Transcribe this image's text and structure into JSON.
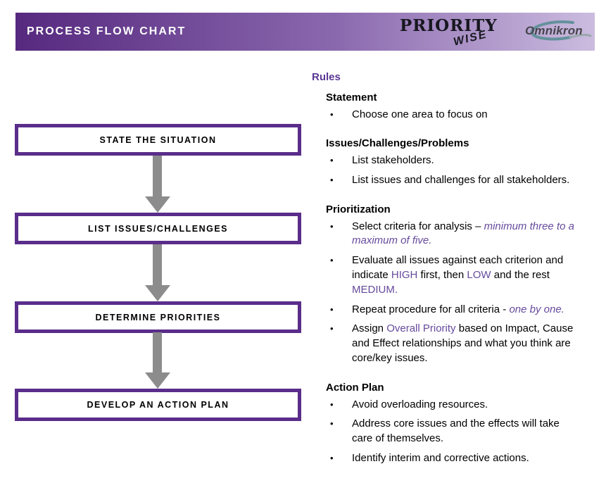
{
  "header": {
    "title": "PROCESS FLOW CHART",
    "logos": {
      "priority": "PRIORITY",
      "wise": "WISE",
      "omnikron": "Omnikron"
    }
  },
  "flowchart": {
    "boxes": [
      {
        "label": "STATE THE SITUATION"
      },
      {
        "label": "LIST ISSUES/CHALLENGES"
      },
      {
        "label": "DETERMINE PRIORITIES"
      },
      {
        "label": "DEVELOP AN ACTION PLAN"
      }
    ]
  },
  "rules": {
    "title": "Rules",
    "bullet_glyph": "•",
    "sections": [
      {
        "heading": "Statement",
        "bullets": [
          {
            "parts": [
              {
                "text": "Choose one area to focus on",
                "style": "normal"
              }
            ]
          }
        ]
      },
      {
        "heading": "Issues/Challenges/Problems",
        "bullets": [
          {
            "parts": [
              {
                "text": "List stakeholders.",
                "style": "normal"
              }
            ]
          },
          {
            "parts": [
              {
                "text": "List issues and challenges for all stakeholders.",
                "style": "normal"
              }
            ]
          }
        ]
      },
      {
        "heading": "Prioritization",
        "bullets": [
          {
            "parts": [
              {
                "text": "Select criteria for analysis – ",
                "style": "normal"
              },
              {
                "text": "minimum three to a maximum of five.",
                "style": "purple_italic"
              }
            ]
          },
          {
            "parts": [
              {
                "text": "Evaluate all issues against each criterion and indicate ",
                "style": "normal"
              },
              {
                "text": "HIGH",
                "style": "purple"
              },
              {
                "text": " first, then ",
                "style": "normal"
              },
              {
                "text": "LOW",
                "style": "purple"
              },
              {
                "text": " and the rest ",
                "style": "normal"
              },
              {
                "text": "MEDIUM.",
                "style": "purple"
              }
            ]
          },
          {
            "parts": [
              {
                "text": "Repeat procedure for all criteria - ",
                "style": "normal"
              },
              {
                "text": "one by one.",
                "style": "purple_italic"
              }
            ]
          },
          {
            "parts": [
              {
                "text": "Assign ",
                "style": "normal"
              },
              {
                "text": "Overall Priority",
                "style": "purple"
              },
              {
                "text": " based on Impact, Cause and Effect relationships and what you think are core/key issues.",
                "style": "normal"
              }
            ]
          }
        ]
      },
      {
        "heading": "Action Plan",
        "bullets": [
          {
            "parts": [
              {
                "text": "Avoid overloading resources.",
                "style": "normal"
              }
            ]
          },
          {
            "parts": [
              {
                "text": "Address core issues and the effects will take care of themselves.",
                "style": "normal"
              }
            ]
          },
          {
            "parts": [
              {
                "text": "Identify interim and corrective actions.",
                "style": "normal"
              }
            ]
          }
        ]
      }
    ]
  },
  "colors": {
    "header_gradient_start": "#56297f",
    "header_gradient_end": "#cbbcdf",
    "box_border": "#5a2d8a",
    "rules_title": "#5b3794",
    "purple_text": "#664a9c",
    "arrow_gray": "#8c8c8c",
    "title_text": "#ffffff",
    "body_text": "#000000"
  }
}
